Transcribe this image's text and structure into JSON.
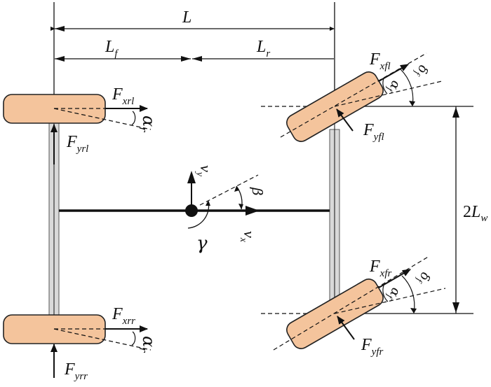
{
  "diagram": {
    "title": "Vehicle dynamics model (four-wheel)",
    "colors": {
      "tire_fill": "#f4c49c",
      "tire_stroke": "#222222",
      "axle_fill": "#d9d9d9",
      "line": "#111111"
    },
    "dimensions": {
      "wheelbase": {
        "main": "L",
        "sub": ""
      },
      "front_length": {
        "main": "L",
        "sub": "f"
      },
      "rear_length": {
        "main": "L",
        "sub": "r"
      },
      "track_width": {
        "prefix": "2",
        "main": "L",
        "sub": "w"
      }
    },
    "wheels": {
      "rear_left": {
        "fx": {
          "main": "F",
          "sub": "xrl"
        },
        "fy": {
          "main": "F",
          "sub": "yrl"
        },
        "slip": {
          "main": "α",
          "sub": "r"
        }
      },
      "rear_right": {
        "fx": {
          "main": "F",
          "sub": "xrr"
        },
        "fy": {
          "main": "F",
          "sub": "yrr"
        },
        "slip": {
          "main": "α",
          "sub": "r"
        }
      },
      "front_left": {
        "fx": {
          "main": "F",
          "sub": "xfl"
        },
        "fy": {
          "main": "F",
          "sub": "yfl"
        },
        "slip": {
          "main": "α",
          "sub": "f"
        },
        "steer": {
          "main": "δ",
          "sub": "f"
        }
      },
      "front_right": {
        "fx": {
          "main": "F",
          "sub": "xfr"
        },
        "fy": {
          "main": "F",
          "sub": "yfr"
        },
        "slip": {
          "main": "α",
          "sub": "f"
        },
        "steer": {
          "main": "δ",
          "sub": "f"
        }
      }
    },
    "cg": {
      "vx": {
        "main": "v",
        "sub": "x"
      },
      "vy": {
        "main": "v",
        "sub": "y"
      },
      "sideslip": "β",
      "yaw_rate": "γ"
    }
  }
}
